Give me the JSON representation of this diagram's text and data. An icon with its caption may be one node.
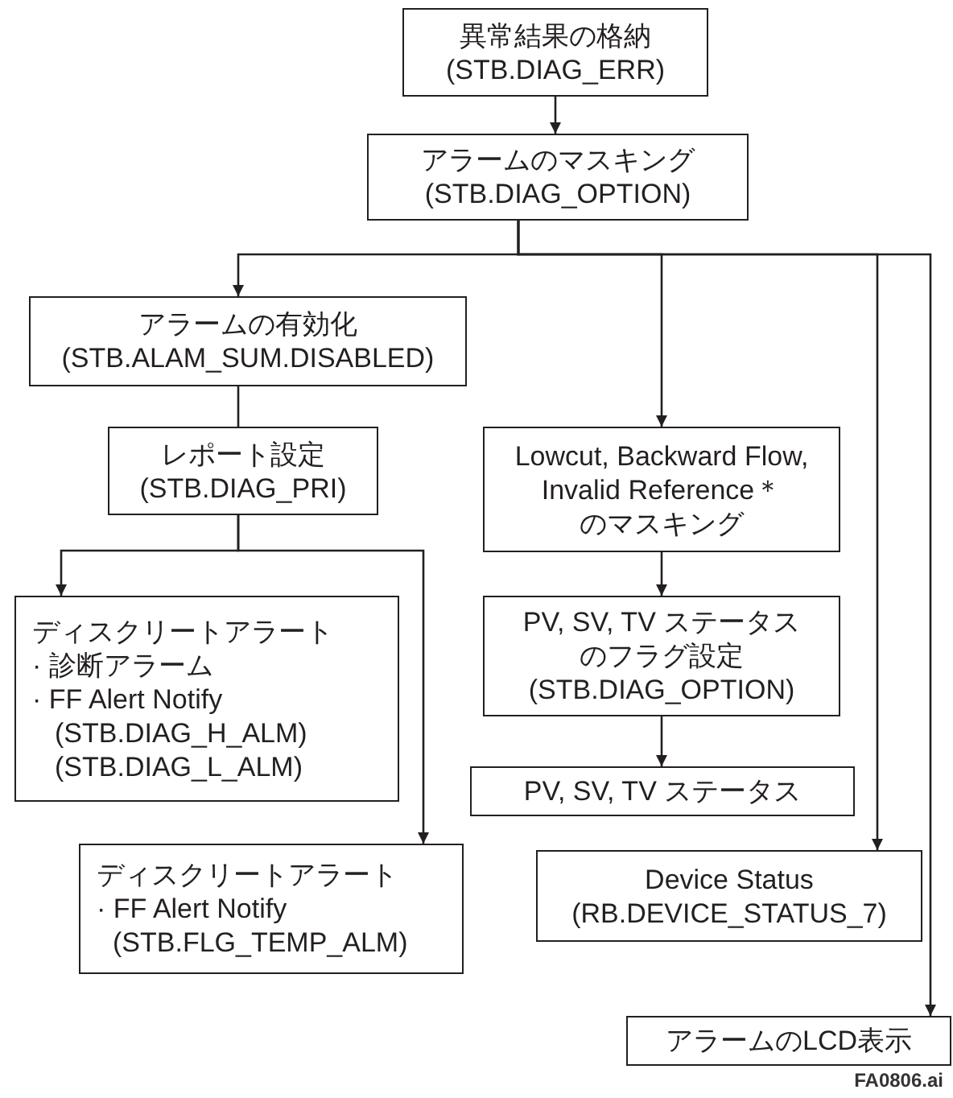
{
  "diagram": {
    "nodes": [
      {
        "text": [
          "異常結果の格納",
          "(STB.DIAG_ERR)"
        ]
      },
      {
        "text": [
          "アラームのマスキング",
          "(STB.DIAG_OPTION)"
        ]
      },
      {
        "text": [
          "アラームの有効化",
          "(STB.ALAM_SUM.DISABLED)"
        ]
      },
      {
        "text": [
          "レポート設定",
          "(STB.DIAG_PRI)"
        ]
      },
      {
        "text": [
          "ディスクリートアラート",
          "· 診断アラーム",
          "· FF Alert Notify",
          "(STB.DIAG_H_ALM)",
          "(STB.DIAG_L_ALM)"
        ]
      },
      {
        "text": [
          "ディスクリートアラート",
          "· FF Alert Notify",
          "(STB.FLG_TEMP_ALM)"
        ]
      },
      {
        "text": [
          "Lowcut, Backward Flow, Invalid Reference＊",
          "のマスキング"
        ]
      },
      {
        "text": [
          "PV, SV, TV ステータス",
          "のフラグ設定",
          "(STB.DIAG_OPTION)"
        ]
      },
      {
        "text": [
          "PV, SV, TV ステータス"
        ]
      },
      {
        "text": [
          "Device Status",
          "(RB.DEVICE_STATUS_7)"
        ]
      },
      {
        "text": [
          "アラームのLCD表示"
        ]
      }
    ],
    "edges": [
      {
        "from": 0,
        "to": 1,
        "arrow": "to"
      },
      {
        "from": 1,
        "to": 2,
        "arrow": "to"
      },
      {
        "from": 1,
        "to": 6,
        "arrow": "to"
      },
      {
        "from": 1,
        "to": 9,
        "arrow": "to"
      },
      {
        "from": 1,
        "to": 10,
        "arrow": "to"
      },
      {
        "from": 2,
        "to": 3,
        "arrow": "none"
      },
      {
        "from": 3,
        "to": 4,
        "arrow": "to"
      },
      {
        "from": 3,
        "to": 5,
        "arrow": "to"
      },
      {
        "from": 6,
        "to": 7,
        "arrow": "to"
      },
      {
        "from": 7,
        "to": 8,
        "arrow": "to"
      }
    ],
    "labels": [
      "FA0806.ai"
    ]
  }
}
